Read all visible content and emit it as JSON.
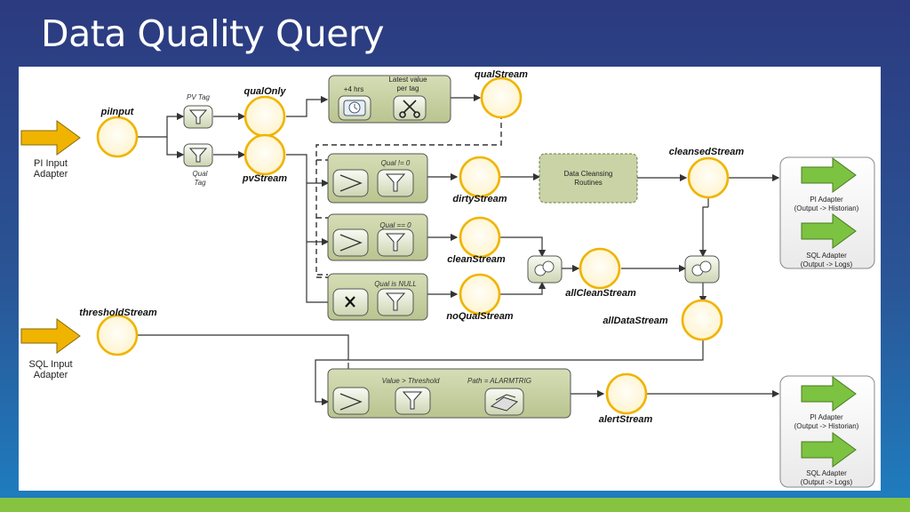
{
  "slide": {
    "title": "Data Quality Query"
  },
  "inputs": {
    "pi": {
      "line1": "PI Input",
      "line2": "Adapter"
    },
    "sql": {
      "line1": "SQL Input",
      "line2": "Adapter"
    }
  },
  "streams": {
    "piInput": "piInput",
    "qualOnly": "qualOnly",
    "pvStream": "pvStream",
    "qualStream": "qualStream",
    "dirtyStream": "dirtyStream",
    "cleanStream": "cleanStream",
    "noQualStream": "noQualStream",
    "allCleanStream": "allCleanStream",
    "cleansedStream": "cleansedStream",
    "allDataStream": "allDataStream",
    "thresholdStream": "thresholdStream",
    "alertStream": "alertStream"
  },
  "filters": {
    "pv_tag": "PV Tag",
    "qual_tag_1": "Qual",
    "qual_tag_2": "Tag"
  },
  "latest_box": {
    "hours": "+4 hrs",
    "latest_1": "Latest value",
    "latest_2": "per tag"
  },
  "conditions": {
    "dirty": "Qual != 0",
    "clean": "Qual == 0",
    "noqual": "Qual is NULL",
    "threshold": "Value > Threshold",
    "path": "Path = ALARMTRIG"
  },
  "cleansing": {
    "line1": "Data Cleansing",
    "line2": "Routines"
  },
  "outputs": {
    "top": {
      "pi_1": "PI Adapter",
      "pi_2": "(Output -> Historian)",
      "sql_1": "SQL Adapter",
      "sql_2": "(Output -> Logs)"
    },
    "bottom": {
      "pi_1": "PI Adapter",
      "pi_2": "(Output -> Historian)",
      "sql_1": "SQL Adapter",
      "sql_2": "(Output -> Logs)"
    }
  },
  "colors": {
    "background_top": "#2c3a7f",
    "background_bottom": "#1e7fc0",
    "accent_bar": "#86c341",
    "stream_node_ring": "#f0b400",
    "operator_box": "#c9d3a6",
    "input_arrow": "#f0b400",
    "output_arrow": "#7cc341"
  }
}
